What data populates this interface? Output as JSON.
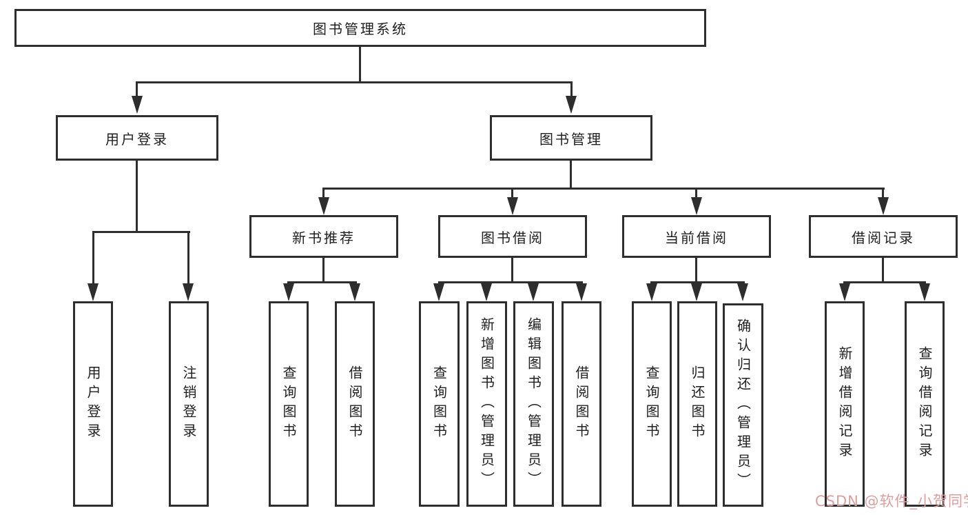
{
  "nodes": {
    "root": "图书管理系统",
    "user_login": "用户登录",
    "book_management": "图书管理",
    "new_book_recommendation": "新书推荐",
    "book_borrowing": "图书借阅",
    "current_borrowing": "当前借阅",
    "borrowing_records": "借阅记录",
    "user_login_action": "用户登录",
    "logout_action": "注销登录",
    "recommend_query_books": "查询图书",
    "recommend_borrow_books": "借阅图书",
    "borrowing_query_books": "查询图书",
    "borrowing_add_books": "新增图书（管理员）",
    "borrowing_edit_books": "编辑图书（管理员）",
    "borrowing_borrow_books": "借阅图书",
    "current_query_books": "查询图书",
    "current_return_books": "归还图书",
    "current_confirm_return": "确认归还（管理员）",
    "records_add_record": "新增借阅记录",
    "records_query_record": "查询借阅记录"
  },
  "watermark": "CSDN @软件_小贺同学",
  "colors": {
    "line_color": "#2e2e2e",
    "text_color": "#1f1f1f",
    "box_fill": "#ffffff",
    "watermark_color": "#dd9e9e",
    "background_color": "#ffffff"
  }
}
